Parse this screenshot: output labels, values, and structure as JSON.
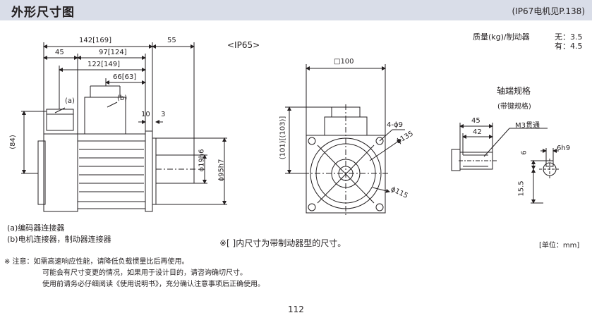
{
  "header": {
    "title": "外形尺寸图",
    "note": "(IP67电机见P.138)"
  },
  "mass": {
    "label": "质量(kg)/制动器",
    "no_brake": "无：3.5",
    "with_brake": "有：4.5"
  },
  "side_view": {
    "dim_overall": "142[169]",
    "dim_shaft": "55",
    "dim_45": "45",
    "dim_97": "97[124]",
    "dim_122": "122[149]",
    "dim_66": "66[63]",
    "label_a": "(a)",
    "label_b": "(b)",
    "dim_10": "10",
    "dim_3": "3",
    "dim_84": "(84)",
    "dim_shaft_dia": "ϕ19h6",
    "dim_spigot": "ϕ95h7"
  },
  "front_view": {
    "label": "<IP65>",
    "dim_square": "□100",
    "dim_height": "(101)[(103)]",
    "dim_holes": "4-ϕ9",
    "dim_pcd": "ϕ135",
    "dim_outer": "ϕ115"
  },
  "shaft_spec": {
    "title": "轴端规格",
    "subtitle": "(带键规格)",
    "dim_45": "45",
    "dim_42": "42",
    "thread": "M3贯通",
    "dim_6": "6",
    "dim_6h9": "6h9",
    "dim_15_5": "15.5"
  },
  "legend": {
    "a": "(a)编码器连接器",
    "b": "(b)电机连接器，制动器连接器"
  },
  "bracket_note": "※[  ]内尺寸为带制动器型的尺寸。",
  "unit": "[单位：mm]",
  "notes": {
    "line1": "※ 注意：如需高速响应性能，请降低负载惯量比后再使用。",
    "line2": "可能会有尺寸变更的情况，如果用于设计目的，请咨询确切尺寸。",
    "line3": "使用前请务必仔细阅读《使用说明书》，充分确认注意事项后正确使用。"
  },
  "page_number": "112"
}
